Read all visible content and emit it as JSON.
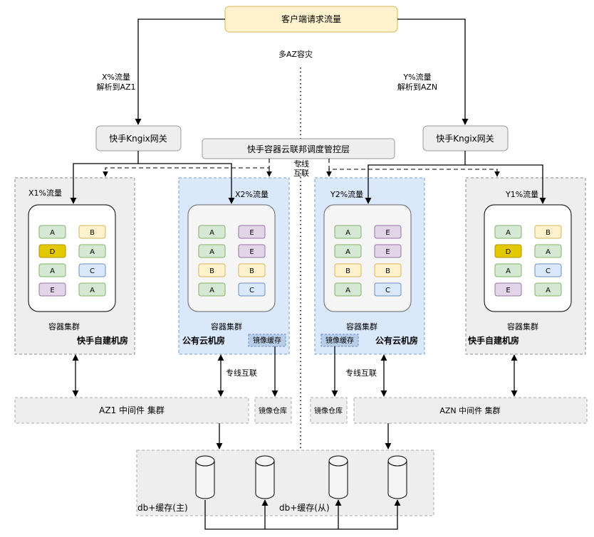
{
  "top_box": "客户端请求流量",
  "center_label": "多AZ容灾",
  "left_route_label": [
    "X%流量",
    "解析到AZ1"
  ],
  "right_route_label": [
    "Y%流量",
    "解析到AZN"
  ],
  "gateway_left": "快手Kngix网关",
  "gateway_right": "快手Kngix网关",
  "control_plane": "快手容器云联邦调度管控层",
  "dedicated_line_top": [
    "专线",
    "互联"
  ],
  "rooms": [
    {
      "traffic": "X1%流量",
      "cluster_label": "容器集群",
      "room_label": "快手自建机房",
      "cells": [
        [
          "A",
          "B"
        ],
        [
          "D",
          "A"
        ],
        [
          "A",
          "C"
        ],
        [
          "E",
          "A"
        ]
      ]
    },
    {
      "traffic": "X2%流量",
      "cluster_label": "容器集群",
      "room_label": "公有云机房",
      "mirror_cache": "镜像缓存",
      "cells": [
        [
          "A",
          "E"
        ],
        [
          "A",
          "E"
        ],
        [
          "B",
          "B"
        ],
        [
          "A",
          "C"
        ]
      ]
    },
    {
      "traffic": "Y2%流量",
      "cluster_label": "容器集群",
      "room_label": "公有云机房",
      "mirror_cache": "镜像缓存",
      "cells": [
        [
          "A",
          "E"
        ],
        [
          "A",
          "E"
        ],
        [
          "B",
          "B"
        ],
        [
          "A",
          "C"
        ]
      ]
    },
    {
      "traffic": "Y1%流量",
      "cluster_label": "容器集群",
      "room_label": "快手自建机房",
      "cells": [
        [
          "A",
          "B"
        ],
        [
          "D",
          "A"
        ],
        [
          "A",
          "C"
        ],
        [
          "E",
          "A"
        ]
      ]
    }
  ],
  "dedicated_line_left": "专线互联",
  "dedicated_line_right": "专线互联",
  "middleware_left": "AZ1 中间件 集群",
  "middleware_right": "AZN 中间件 集群",
  "mirror_repo_left": "镜像仓库",
  "mirror_repo_right": "镜像仓库",
  "db_master": "db+缓存(主)",
  "db_slave": "db+缓存(从)",
  "colors": {
    "A": "#d5e8d4",
    "A_stroke": "#82b366",
    "B": "#fff2cc",
    "B_stroke": "#d6b656",
    "C": "#dae8fc",
    "C_stroke": "#6c8ebf",
    "D": "#e3c800",
    "D_stroke": "#b09500",
    "E": "#e1d5e7",
    "E_stroke": "#9673a6",
    "top_fill": "#fff2cc",
    "top_stroke": "#d6b656",
    "grey_fill": "#eeeeee",
    "blue_fill": "#dae8fc"
  }
}
